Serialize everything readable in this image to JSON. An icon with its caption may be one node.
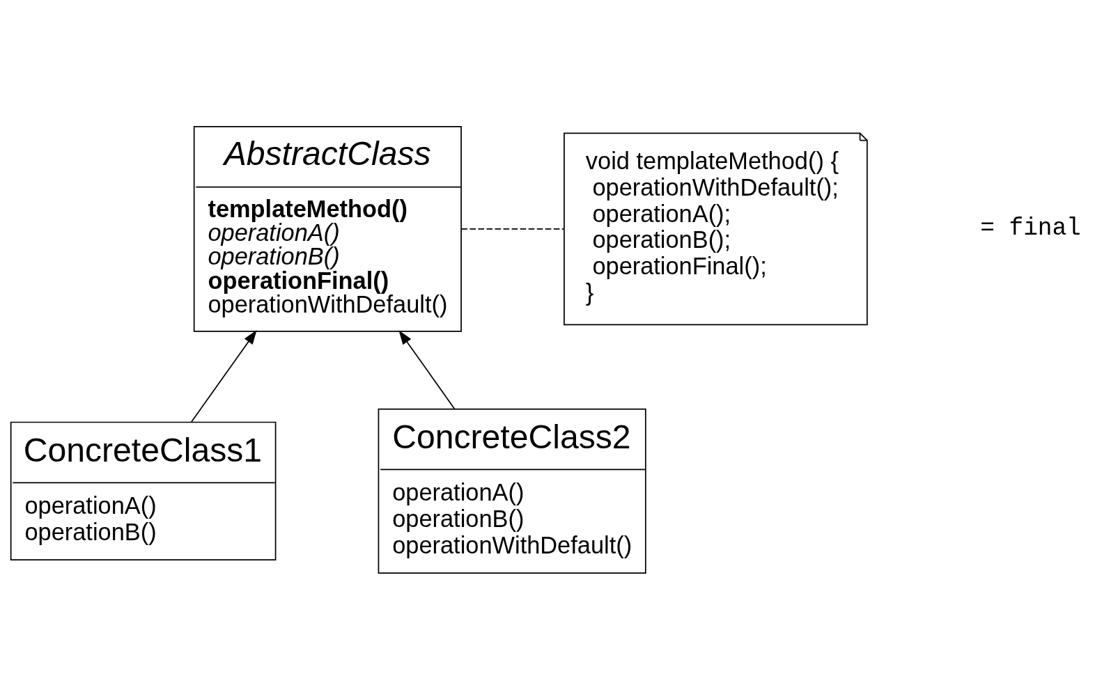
{
  "diagram": {
    "nodes": [
      {
        "text": [
          "AbstractClass",
          "templateMethod()",
          "operationA()",
          "operationB()",
          "operationFinal()",
          "operationWithDefault()"
        ]
      },
      {
        "text": [
          "ConcreteClass1",
          "operationA()",
          "operationB()"
        ]
      },
      {
        "text": [
          "ConcreteClass2",
          "operationA()",
          "operationB()",
          "operationWithDefault()"
        ]
      },
      {
        "text": [
          "void templateMethod() {",
          "operationWithDefault();",
          "operationA();",
          "operationB();",
          "operationFinal();",
          "}"
        ]
      }
    ],
    "edges": [
      {
        "from": 1,
        "to": 0,
        "arrow": "to"
      },
      {
        "from": 2,
        "to": 0,
        "arrow": "to"
      },
      {
        "from": 0,
        "to": 3,
        "arrow": "none",
        "style": "dashed"
      }
    ],
    "labels": [
      "= final"
    ]
  }
}
